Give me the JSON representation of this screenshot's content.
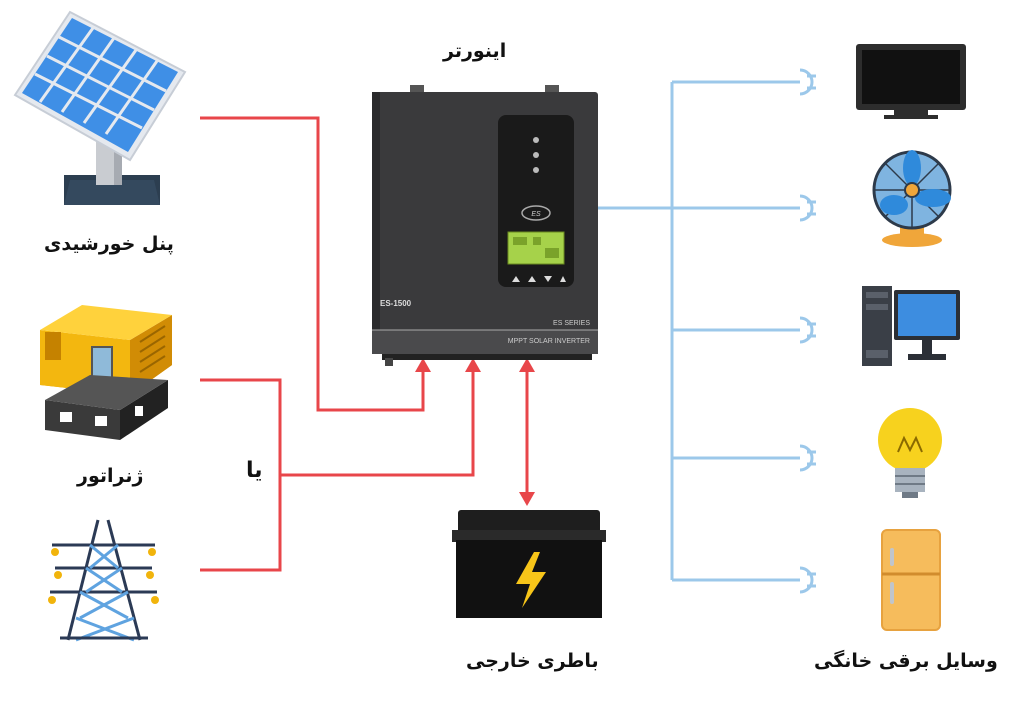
{
  "labels": {
    "inverter": "اینورتر",
    "solar_panel": "پنل خورشیدی",
    "generator": "ژنراتور",
    "or": "یا",
    "battery": "باطری خارجی",
    "appliances": "وسایل برقی خانگی"
  },
  "inverter_device": {
    "model": "ES-1500",
    "series": "ES SERIES",
    "name": "MPPT SOLAR INVERTER",
    "logo": "ES"
  },
  "colors": {
    "input_line": "#e8464a",
    "output_line": "#9cc8ea",
    "arrow": "#e8464a"
  },
  "icons": {
    "source_1": "solar-panel-icon",
    "source_2": "generator-icon",
    "source_3": "power-tower-icon",
    "storage": "battery-icon",
    "load_1": "tv-icon",
    "load_2": "fan-icon",
    "load_3": "computer-icon",
    "load_4": "light-bulb-icon",
    "load_5": "refrigerator-icon"
  }
}
